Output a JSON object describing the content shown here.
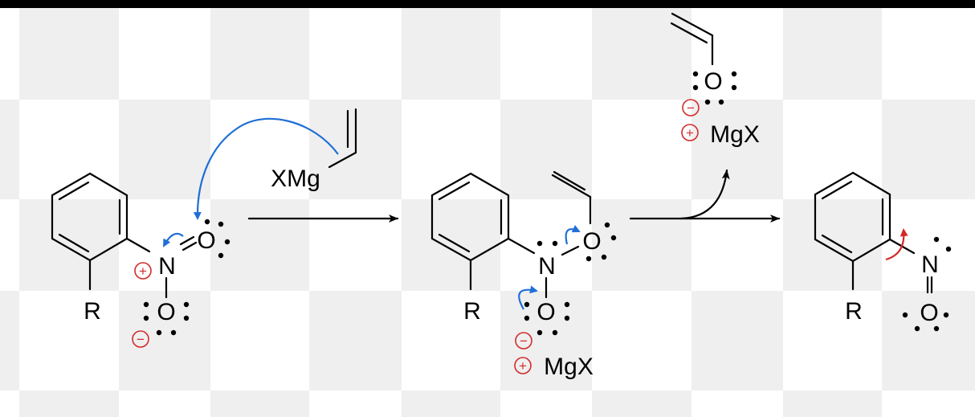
{
  "colors": {
    "checker_gray": "#efefef",
    "checker_white": "#ffffff",
    "top_bar": "#000000",
    "electron_arrow_blue": "#1f6fd6",
    "electron_arrow_red": "#d42a2a",
    "charge_red": "#d42a2a"
  },
  "reactant": {
    "substituent": "R",
    "nitrogen": "N",
    "oxygen_top": "O",
    "oxygen_bottom": "O",
    "n_charge": "+",
    "o_charge": "−"
  },
  "reagent": {
    "label": "XMg"
  },
  "intermediate": {
    "substituent": "R",
    "nitrogen": "N",
    "oxygen_vinyl": "O",
    "oxygen_bottom": "O",
    "o_charge": "−",
    "mg_charge": "+",
    "counterion": "MgX"
  },
  "byproduct": {
    "oxygen": "O",
    "o_charge": "−",
    "mg_charge": "+",
    "counterion": "MgX"
  },
  "product": {
    "substituent": "R",
    "nitrogen": "N",
    "oxygen": "O"
  }
}
